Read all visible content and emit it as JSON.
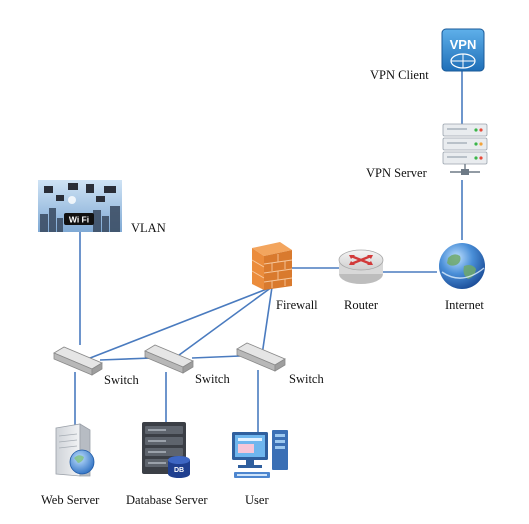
{
  "colors": {
    "link": "#4a7bbf",
    "vpn_blue": "#2b7fc8",
    "firewall": "#e9873a",
    "router": "#d23a3a",
    "globe": "#3a7fd0",
    "monitor": "#4a9ee0"
  },
  "nodes": {
    "vpn_client": {
      "label": "VPN Client",
      "icon": "vpn-icon",
      "icon_text": "VPN"
    },
    "vpn_server": {
      "label": "VPN Server",
      "icon": "server-rack-icon"
    },
    "internet": {
      "label": "Internet",
      "icon": "globe-icon"
    },
    "router": {
      "label": "Router",
      "icon": "router-icon"
    },
    "firewall": {
      "label": "Firewall",
      "icon": "firewall-icon"
    },
    "vlan": {
      "label": "VLAN",
      "icon": "wifi-city-icon",
      "icon_text": "Wi Fi"
    },
    "switch_1": {
      "label": "Switch",
      "icon": "switch-icon"
    },
    "switch_2": {
      "label": "Switch",
      "icon": "switch-icon"
    },
    "switch_3": {
      "label": "Switch",
      "icon": "switch-icon"
    },
    "web_server": {
      "label": "Web Server",
      "icon": "web-server-icon"
    },
    "database_server": {
      "label": "Database Server",
      "icon": "database-server-icon",
      "icon_text": "DB"
    },
    "user": {
      "label": "User",
      "icon": "desktop-computer-icon"
    }
  }
}
